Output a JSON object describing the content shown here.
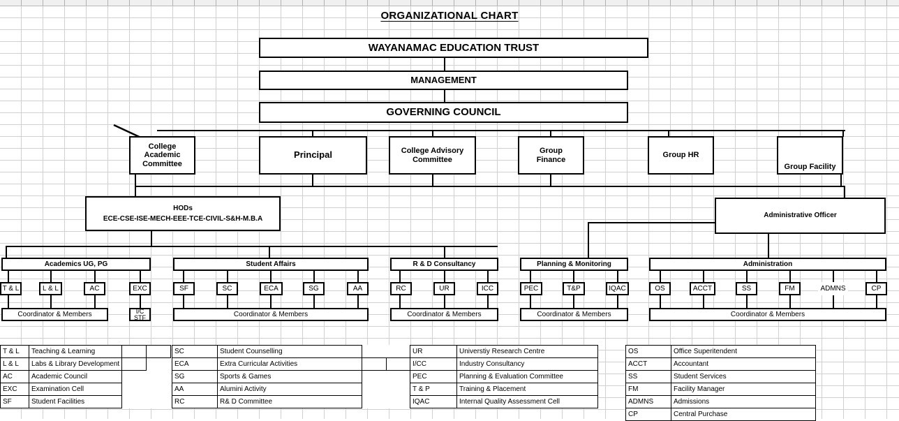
{
  "page": {
    "title": "ORGANIZATIONAL CHART",
    "accent": "#000000",
    "grid_color": "#d0d0d0"
  },
  "hierarchy": {
    "trust": "WAYANAMAC EDUCATION TRUST",
    "management": "MANAGEMENT",
    "governing_council": "GOVERNING COUNCIL"
  },
  "tier2": [
    {
      "label": "College\nAcademic\nCommittee",
      "l1": "College",
      "l2": "Academic",
      "l3": "Committee"
    },
    {
      "label": "Principal"
    },
    {
      "label": "College Advisory\nCommittee",
      "l1": "College Advisory",
      "l2": "Committee"
    },
    {
      "label": "Group\nFinance",
      "l1": "Group",
      "l2": "Finance"
    },
    {
      "label": "Group HR"
    },
    {
      "label": "Group Facility"
    }
  ],
  "tier3": {
    "hods_title": "HODs",
    "hods_depts": "ECE-CSE-ISE-MECH-EEE-TCE-CIVIL-S&H-M.B.A",
    "admin_officer": "Administrative Officer"
  },
  "functions": [
    {
      "name": "Academics UG, PG",
      "units": [
        "T & L",
        "L & L",
        "AC",
        "EXC"
      ],
      "coordinator": "Coordinator & Members",
      "extra_box": "I/C STF"
    },
    {
      "name": "Student Affairs",
      "units": [
        "SF",
        "SC",
        "ECA",
        "SG",
        "AA"
      ],
      "coordinator": "Coordinator & Members"
    },
    {
      "name": "R & D Consultancy",
      "units": [
        "RC",
        "UR",
        "ICC"
      ],
      "coordinator": "Coordinator & Members"
    },
    {
      "name": "Planning & Monitoring",
      "units": [
        "PEC",
        "T&P",
        "IQAC"
      ],
      "coordinator": "Coordinator & Members"
    },
    {
      "name": "Administration",
      "units": [
        "OS",
        "ACCT",
        "SS",
        "FM",
        "ADMNS",
        "CP"
      ],
      "coordinator": "Coordinator & Members"
    }
  ],
  "legends": [
    {
      "id": "legend-academics",
      "rows": [
        {
          "code": "T & L",
          "desc": "Teaching & Learning",
          "extra_cells": 2
        },
        {
          "code": "L & L",
          "desc": "Labs & Library Development",
          "small": true,
          "extra_cells": 1
        },
        {
          "code": "AC",
          "desc": "Academic Council",
          "extra_cells": 0
        },
        {
          "code": "EXC",
          "desc": "Examination Cell",
          "extra_cells": 0
        },
        {
          "code": "SF",
          "desc": "Student Facilities",
          "extra_cells": 0
        }
      ]
    },
    {
      "id": "legend-student-affairs",
      "rows": [
        {
          "code": "SC",
          "desc": "Student Counselling",
          "extra_cells": 0
        },
        {
          "code": "ECA",
          "desc": "Extra Curricular Activities",
          "small": true,
          "extra_cells": 4
        },
        {
          "code": "SG",
          "desc": "Sports & Games",
          "extra_cells": 0
        },
        {
          "code": "AA",
          "desc": "Alumini Activity",
          "extra_cells": 0
        },
        {
          "code": "RC",
          "desc": "R& D Committee",
          "extra_cells": 0
        }
      ]
    },
    {
      "id": "legend-rnd-planning",
      "rows": [
        {
          "code": "UR",
          "desc": "Universtiy Research Centre",
          "small": true,
          "extra_cells": 0
        },
        {
          "code": "I/CC",
          "desc": "Industry Consultancy",
          "extra_cells": 0
        },
        {
          "code": "PEC",
          "desc": "Planning & Evaluation Committee",
          "small": true,
          "extra_cells": 0
        },
        {
          "code": "T & P",
          "desc": "Training & Placement",
          "extra_cells": 0
        },
        {
          "code": "IQAC",
          "desc": "Internal Quality Assessment Cell",
          "small": true,
          "extra_cells": 0
        }
      ]
    },
    {
      "id": "legend-administration",
      "rows": [
        {
          "code": "OS",
          "desc": "Office Superitendent",
          "small": true,
          "extra_cells": 0
        },
        {
          "code": "ACCT",
          "desc": "Accountant",
          "extra_cells": 0
        },
        {
          "code": "SS",
          "desc": "Student Services",
          "extra_cells": 0
        },
        {
          "code": "FM",
          "desc": "Facility Manager",
          "extra_cells": 0
        },
        {
          "code": "ADMNS",
          "desc": "Admissions",
          "extra_cells": 0
        },
        {
          "code": "CP",
          "desc": "Central Purchase",
          "extra_cells": 0
        }
      ]
    }
  ]
}
